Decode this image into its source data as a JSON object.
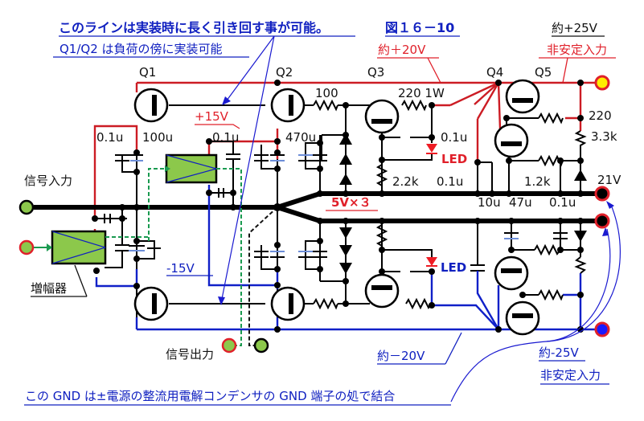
{
  "figure": {
    "title": "図１６－10",
    "note_main": "このラインは実装時に長く引き回す事が可能。",
    "note_sub": "Q1/Q2 は負荷の傍に実装可能",
    "note_gnd": "この GND は±電源の整流用電解コンデンサの GND 端子の処で結合"
  },
  "transistors": [
    "Q1",
    "Q2",
    "Q3",
    "Q4",
    "Q5"
  ],
  "rails": {
    "plus15": "+15V",
    "minus15": "-15V",
    "plus20": "約＋20V",
    "minus20": "約－20V",
    "plus25": "約+25V",
    "plus25_sub": "非安定入力",
    "minus25": "約-25V",
    "minus25_sub": "非安定入力",
    "zener_ref": "21V",
    "zener_stack": "5V×３"
  },
  "components": {
    "c_q1_01": "0.1u",
    "c_q1_100": "100u",
    "c_amp_01": "0.1u",
    "c_q2_470": "470u",
    "r_100": "100",
    "r_220_1w": "220 1W",
    "c_q3_01": "0.1u",
    "led_top": "LED",
    "led_bottom": "LED",
    "r_2k2": "2.2k",
    "c_q4_01": "0.1u",
    "c_10u": "10u",
    "c_47u": "47u",
    "r_1k2": "1.2k",
    "c_zener_01": "0.1u",
    "r_220": "220",
    "r_3k3": "3.3k"
  },
  "labels": {
    "signal_in": "信号入力",
    "signal_out": "信号出力",
    "amplifier": "増幅器"
  },
  "colors": {
    "positive_rail": "#cc1c24",
    "negative_rail": "#1020c8",
    "amp_fill": "#8cc84b",
    "terminal_plus": "#ffee00",
    "terminal_minus": "#1a1aff",
    "note_blue": "#1020c0",
    "note_red": "#e0202a"
  }
}
